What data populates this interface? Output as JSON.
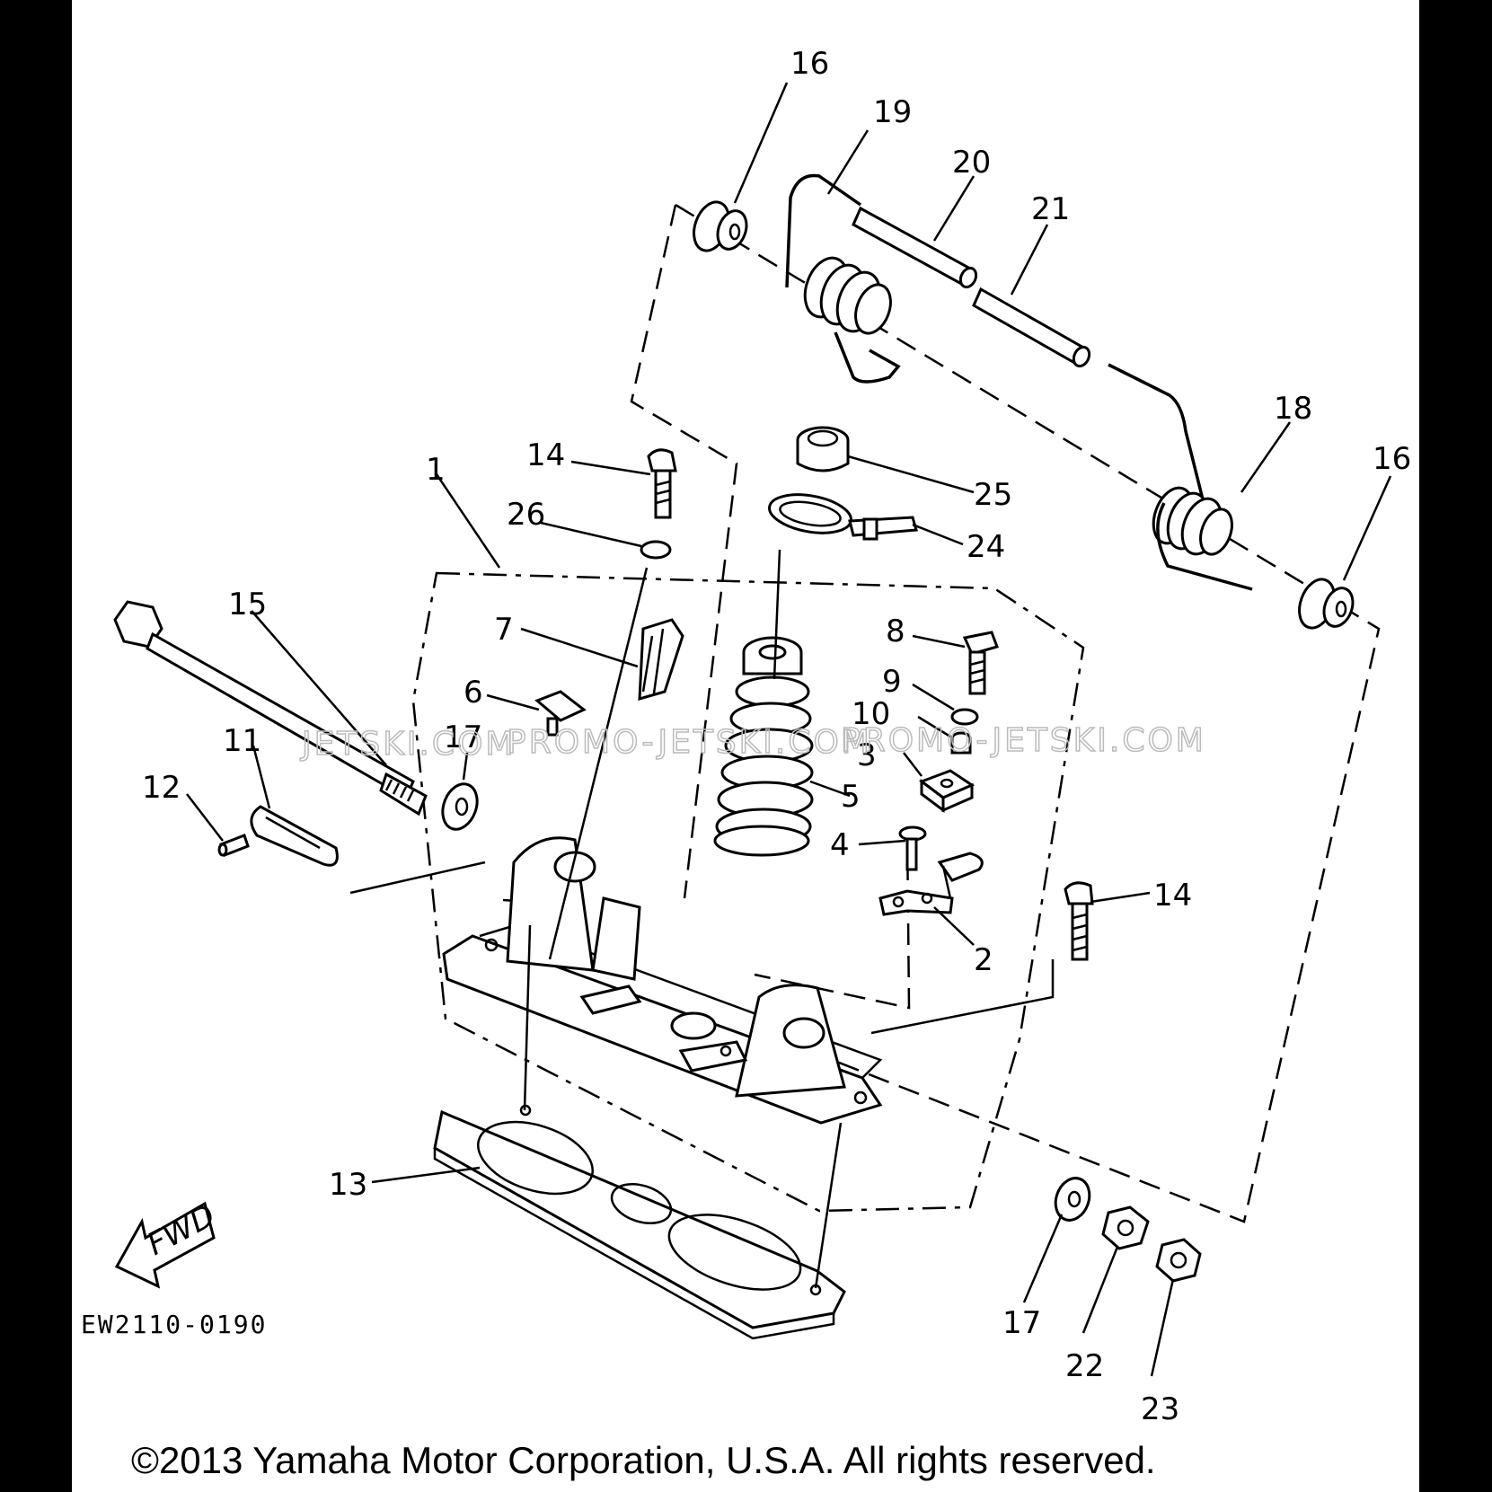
{
  "diagram": {
    "drawing_code": "EW2110-0190",
    "fwd_label": "FWD",
    "copyright": "©2013 Yamaha Motor Corporation, U.S.A. All rights reserved.",
    "watermarks": [
      "JETSKI.COM",
      "PROMO-JETSKI.COM",
      "PROMO-JETSKI.COM"
    ],
    "callouts": [
      "1",
      "2",
      "3",
      "4",
      "5",
      "6",
      "7",
      "8",
      "9",
      "10",
      "11",
      "12",
      "13",
      "14",
      "14",
      "15",
      "16",
      "16",
      "17",
      "17",
      "18",
      "19",
      "20",
      "21",
      "22",
      "23",
      "24",
      "25",
      "26"
    ]
  }
}
